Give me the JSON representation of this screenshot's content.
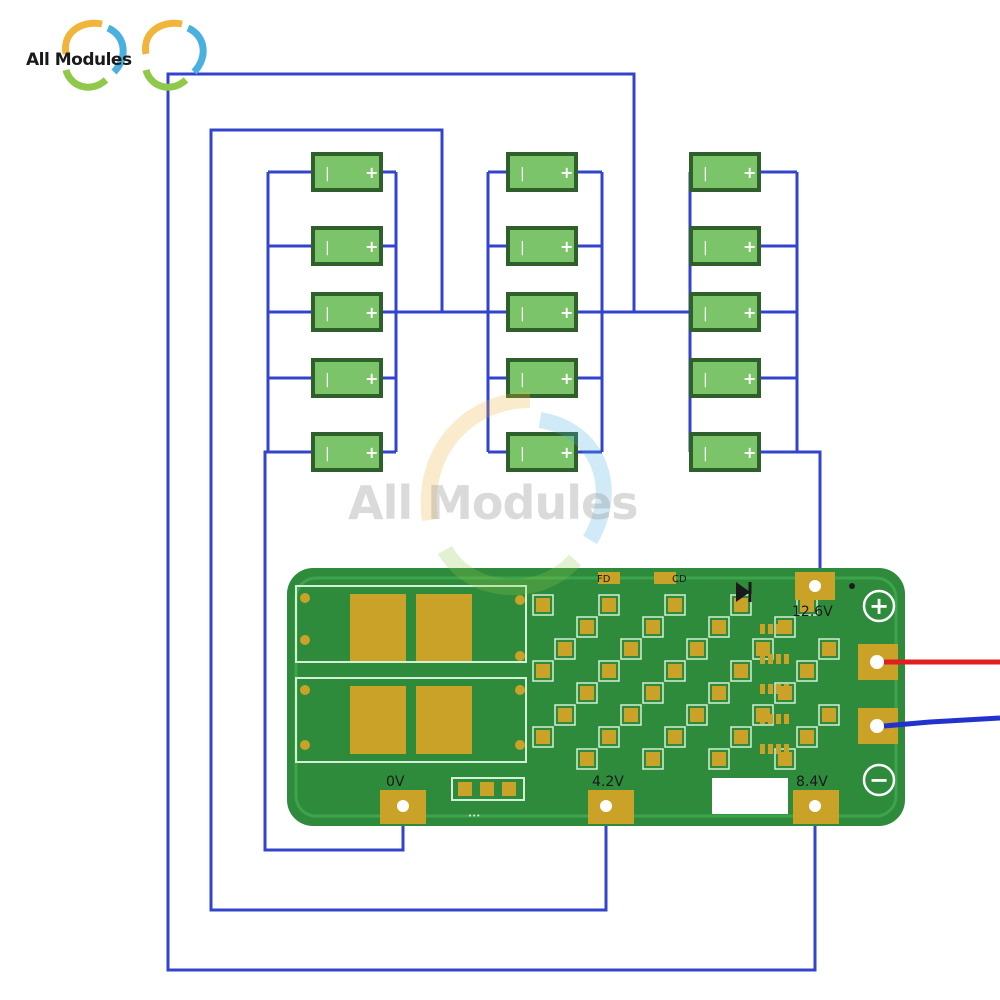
{
  "brand": {
    "logo_text": "All Modules",
    "watermark_text": "All Modules"
  },
  "pcb": {
    "labels": {
      "fd": "FD",
      "cd": "CD",
      "v126": "12.6V",
      "v0": "0V",
      "v42": "4.2V",
      "v84": "8.4V",
      "plus": "+",
      "minus": "−"
    }
  },
  "battery_labels": {
    "negative": "|",
    "positive": "+"
  },
  "colors": {
    "wire": "#3344cc",
    "pcb": "#2f8b3c",
    "pad": "#c9a227",
    "battery": "#7cc46a",
    "lead_positive": "#e02020",
    "lead_negative": "#2233cc"
  }
}
